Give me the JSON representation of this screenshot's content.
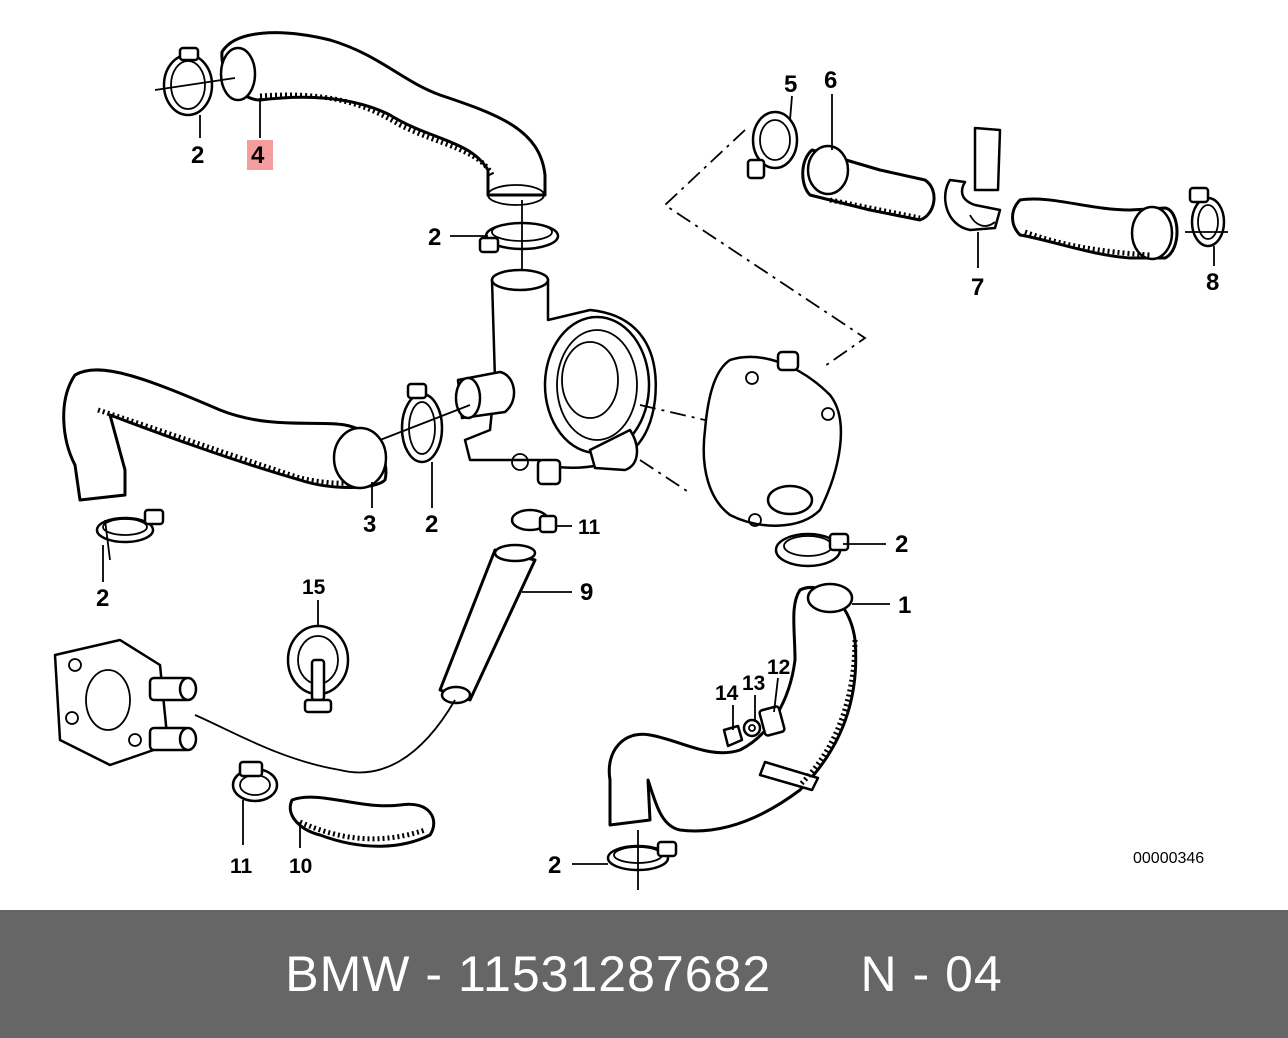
{
  "diagram": {
    "callouts": [
      {
        "id": "c1",
        "label": "1"
      },
      {
        "id": "c2a",
        "label": "2"
      },
      {
        "id": "c2b",
        "label": "2"
      },
      {
        "id": "c2c",
        "label": "2"
      },
      {
        "id": "c2d",
        "label": "2"
      },
      {
        "id": "c2e",
        "label": "2"
      },
      {
        "id": "c2f",
        "label": "2"
      },
      {
        "id": "c3",
        "label": "3"
      },
      {
        "id": "c4",
        "label": "4",
        "highlighted": true
      },
      {
        "id": "c5",
        "label": "5"
      },
      {
        "id": "c6",
        "label": "6"
      },
      {
        "id": "c7",
        "label": "7"
      },
      {
        "id": "c8",
        "label": "8"
      },
      {
        "id": "c9",
        "label": "9"
      },
      {
        "id": "c10",
        "label": "10"
      },
      {
        "id": "c11a",
        "label": "11"
      },
      {
        "id": "c11b",
        "label": "11"
      },
      {
        "id": "c12",
        "label": "12"
      },
      {
        "id": "c13",
        "label": "13"
      },
      {
        "id": "c14",
        "label": "14"
      },
      {
        "id": "c15",
        "label": "15"
      }
    ],
    "document_number": "00000346",
    "highlight_color": "#f59d9d"
  },
  "footer": {
    "brand": "BMW",
    "separator": "-",
    "part_number": "11531287682",
    "position_prefix": "N",
    "position_number": "04",
    "background_color": "#666666"
  }
}
